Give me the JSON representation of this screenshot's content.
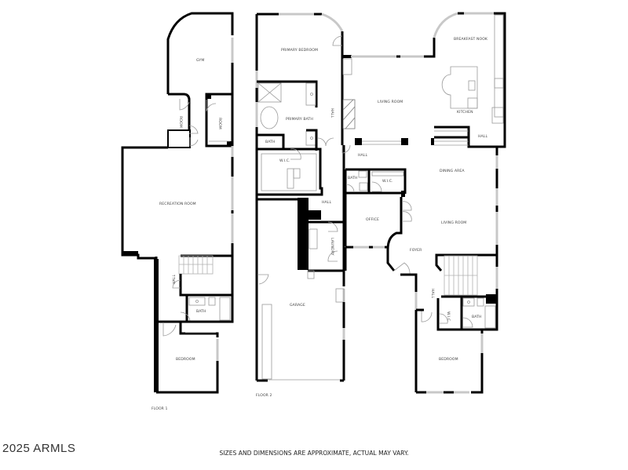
{
  "floors": [
    {
      "label": "FLOOR 1",
      "rooms": {
        "gym": "GYM",
        "room_left": "ROOM",
        "room_right": "ROOM",
        "recreation_room": "RECREATION ROOM",
        "hall": "HALL",
        "bath": "BATH",
        "bedroom": "BEDROOM"
      }
    },
    {
      "label": "FLOOR 2",
      "rooms": {
        "primary_bedroom": "PRIMARY BEDROOM",
        "primary_bath": "PRIMARY BATH",
        "primary_hall": "HALL",
        "bath_small": "BATH",
        "wic": "W.I.C.",
        "hall_center": "HALL",
        "laundry": "LAUNDRY",
        "garage": "GARAGE",
        "living_room_top": "LIVING ROOM",
        "breakfast_nook": "BREAKFAST NOOK",
        "kitchen": "KITCHEN",
        "hall_kitchen": "HALL",
        "hall_top": "HALL",
        "bath_office": "BATH",
        "wic_office": "W.I.C.",
        "dining_area": "DINING AREA",
        "office": "OFFICE",
        "living_room": "LIVING ROOM",
        "foyer": "FOYER",
        "hall_lower": "HALL",
        "wic_lower": "W.I.C.",
        "bath_lower": "BATH",
        "bedroom_lower": "BEDROOM"
      }
    }
  ],
  "footer": {
    "copyright": "2025 ARMLS",
    "disclaimer": "SIZES AND DIMENSIONS ARE APPROXIMATE, ACTUAL MAY VARY."
  },
  "colors": {
    "wall": "#000000",
    "window": "#c8c8c8",
    "fixture": "#9a9a9a",
    "background": "#ffffff"
  }
}
